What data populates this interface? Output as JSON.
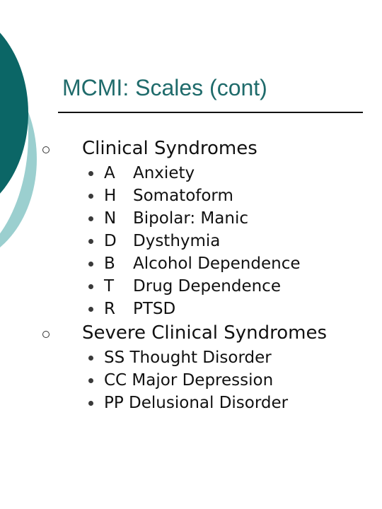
{
  "slide": {
    "title": "MCMI: Scales (cont)",
    "sections": [
      {
        "heading": "Clinical Syndromes",
        "items": [
          {
            "code": "A",
            "label": "Anxiety"
          },
          {
            "code": "H",
            "label": "Somatoform"
          },
          {
            "code": "N",
            "label": "Bipolar: Manic"
          },
          {
            "code": "D",
            "label": "Dysthymia"
          },
          {
            "code": "B",
            "label": "Alcohol Dependence"
          },
          {
            "code": "T",
            "label": "Drug Dependence"
          },
          {
            "code": "R",
            "label": "PTSD"
          }
        ]
      },
      {
        "heading": "Severe Clinical Syndromes",
        "items": [
          {
            "text": "SS Thought Disorder"
          },
          {
            "text": "CC Major Depression"
          },
          {
            "text": "PP Delusional Disorder"
          }
        ]
      }
    ]
  },
  "colors": {
    "title": "#1f6b6b",
    "deco_dark": "#0b6666",
    "deco_light": "#9bcfcf",
    "text": "#111111"
  }
}
